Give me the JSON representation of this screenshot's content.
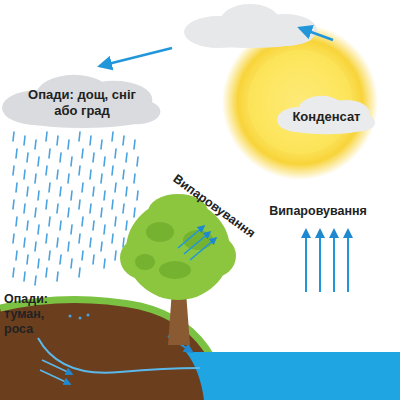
{
  "diagram": {
    "nodes": [
      {
        "text": [
          "Опади: дощ, сніг або град"
        ]
      },
      {
        "text": [
          "Конденсат"
        ]
      }
    ],
    "labels": [
      "Випаровування",
      "Випаровування",
      "Опади: туман, роса"
    ]
  }
}
